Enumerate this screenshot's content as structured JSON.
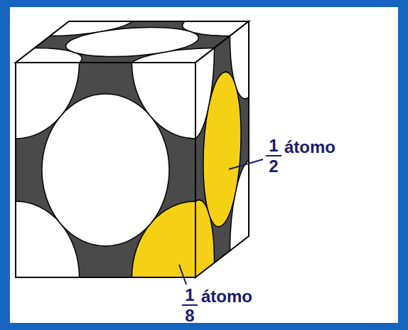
{
  "diagram": {
    "labels": [
      "1",
      "2",
      "átomo",
      "1",
      "8",
      "átomo"
    ]
  }
}
